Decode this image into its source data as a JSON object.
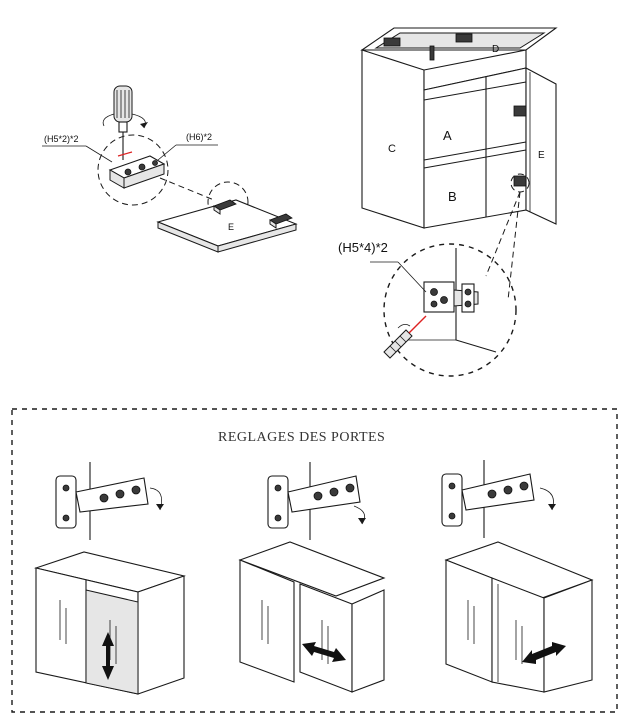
{
  "diagram": {
    "step1": {
      "label_hinge_screws": "(H5*2)*2",
      "label_hinge": "(H6)*2",
      "label_door": "E"
    },
    "cabinet": {
      "label_left_panel": "C",
      "label_back_top": "D",
      "label_drawer_top": "A",
      "label_drawer_bottom": "B",
      "label_door": "E"
    },
    "step2": {
      "label_screws": "(H5*4)*2"
    },
    "adjustments": {
      "title": "REGLAGES DES  PORTES"
    }
  }
}
